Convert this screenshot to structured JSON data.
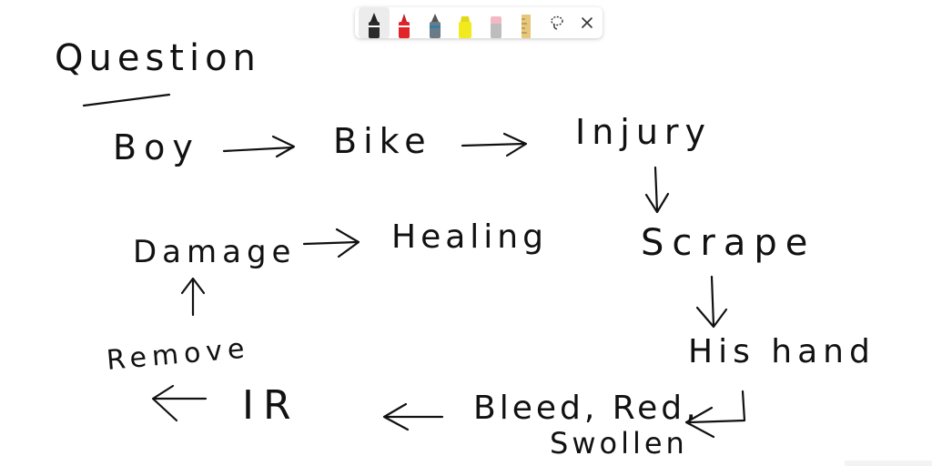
{
  "toolbar": {
    "tools": [
      {
        "name": "ballpoint-pen",
        "color": "#222222"
      },
      {
        "name": "pen",
        "color": "#e0242a"
      },
      {
        "name": "pencil",
        "color": "#2f7fa8"
      },
      {
        "name": "highlighter",
        "color": "#f1ea1f"
      },
      {
        "name": "eraser",
        "color": "#f4b7c6"
      },
      {
        "name": "ruler",
        "color": "#e6c77b"
      },
      {
        "name": "lasso-select"
      },
      {
        "name": "close"
      }
    ]
  },
  "notes": {
    "title": "Question",
    "row1": [
      "Boy",
      "Bike",
      "Injury"
    ],
    "scrape": "Scrape",
    "hand": "His hand",
    "symptoms_line1": "Bleed, Red,",
    "symptoms_line2": "Swollen",
    "ir": "IR",
    "remove": "Remove",
    "damage": "Damage",
    "healing": "Healing"
  }
}
